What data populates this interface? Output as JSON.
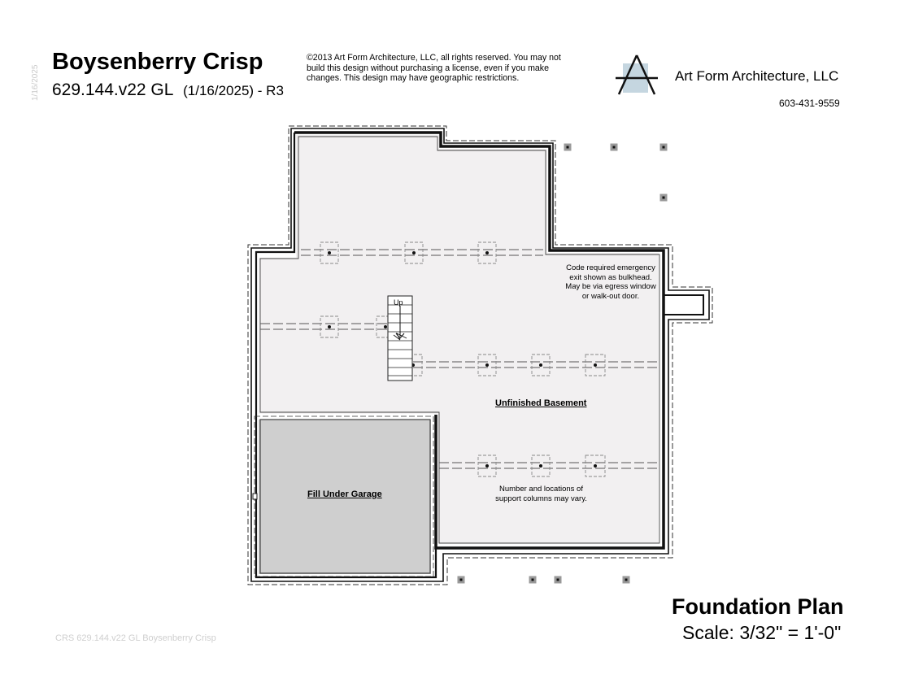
{
  "header": {
    "side_date": "1/16/2025",
    "title": "Boysenberry Crisp",
    "plan_number": "629.144.v22 GL",
    "plan_date": "(1/16/2025) - R3",
    "copyright": "©2013 Art Form Architecture, LLC, all rights reserved. You may not build this design without purchasing a license, even if you make changes. This design may have geographic restrictions.",
    "company": "Art Form Architecture, LLC",
    "phone": "603-431-9559"
  },
  "plan": {
    "rooms": {
      "unfinished_basement": "Unfinished Basement",
      "fill_under_garage": "Fill Under Garage"
    },
    "stair_label": "Up",
    "notes": {
      "egress": "Code required emergency exit shown as bulkhead. May be via egress window or walk-out door.",
      "columns": "Number and locations of support columns may vary."
    },
    "colors": {
      "basement_fill": "#f2f0f1",
      "garage_fill": "#cfcfcf",
      "wall": "#222222",
      "logo_accent": "#c5d6e0"
    }
  },
  "footer": {
    "plan_title": "Foundation Plan",
    "scale": "Scale: 3/32\" = 1'-0\"",
    "watermark": "CRS 629.144.v22 GL Boysenberry Crisp"
  }
}
